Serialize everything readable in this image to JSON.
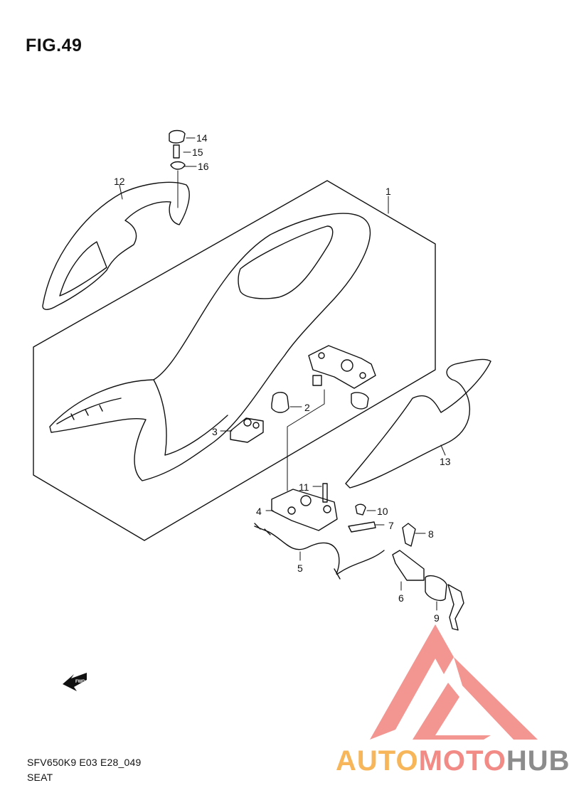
{
  "figure": {
    "title": "FIG.49"
  },
  "footer": {
    "model_code": "SFV650K9 E03 E28_049",
    "section": "SEAT"
  },
  "fwd_label": "FWD",
  "parts": [
    {
      "no": "1"
    },
    {
      "no": "2"
    },
    {
      "no": "3"
    },
    {
      "no": "4"
    },
    {
      "no": "5"
    },
    {
      "no": "6"
    },
    {
      "no": "7"
    },
    {
      "no": "8"
    },
    {
      "no": "9"
    },
    {
      "no": "10"
    },
    {
      "no": "11"
    },
    {
      "no": "12"
    },
    {
      "no": "13"
    },
    {
      "no": "14"
    },
    {
      "no": "15"
    },
    {
      "no": "16"
    }
  ],
  "watermark": {
    "part1": "AUTO",
    "part2": "MOTO",
    "part3": "HUB",
    "colors": {
      "auto": "#f7b65a",
      "moto": "#f28a86",
      "hub": "#8c8c8c",
      "triangle": "#f28a86"
    }
  }
}
